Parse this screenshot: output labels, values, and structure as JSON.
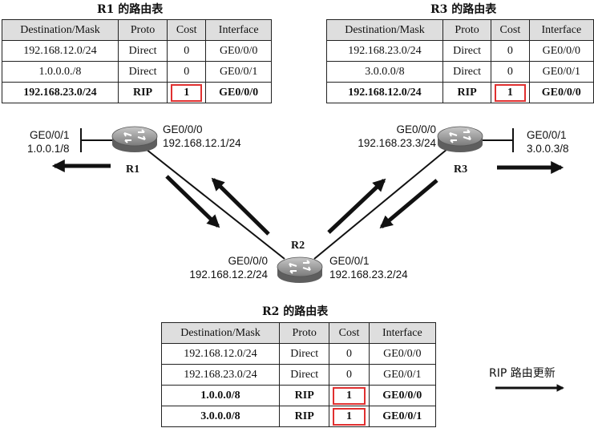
{
  "tables": {
    "r1": {
      "title": "R1 的路由表",
      "headers": [
        "Destination/Mask",
        "Proto",
        "Cost",
        "Interface"
      ],
      "rows": [
        [
          "192.168.12.0/24",
          "Direct",
          "0",
          "GE0/0/0"
        ],
        [
          "1.0.0.0./8",
          "Direct",
          "0",
          "GE0/0/1"
        ],
        [
          "192.168.23.0/24",
          "RIP",
          "1",
          "GE0/0/0"
        ]
      ]
    },
    "r3": {
      "title": "R3 的路由表",
      "headers": [
        "Destination/Mask",
        "Proto",
        "Cost",
        "Interface"
      ],
      "rows": [
        [
          "192.168.23.0/24",
          "Direct",
          "0",
          "GE0/0/0"
        ],
        [
          "3.0.0.0/8",
          "Direct",
          "0",
          "GE0/0/1"
        ],
        [
          "192.168.12.0/24",
          "RIP",
          "1",
          "GE0/0/0"
        ]
      ]
    },
    "r2": {
      "title": "R2 的路由表",
      "headers": [
        "Destination/Mask",
        "Proto",
        "Cost",
        "Interface"
      ],
      "rows": [
        [
          "192.168.12.0/24",
          "Direct",
          "0",
          "GE0/0/0"
        ],
        [
          "192.168.23.0/24",
          "Direct",
          "0",
          "GE0/0/1"
        ],
        [
          "1.0.0.0/8",
          "RIP",
          "1",
          "GE0/0/0"
        ],
        [
          "3.0.0.0/8",
          "RIP",
          "1",
          "GE0/0/1"
        ]
      ]
    }
  },
  "routers": {
    "r1": {
      "name": "R1",
      "if_g1": "GE0/0/1",
      "ip_g1": "1.0.0.1/8",
      "if_g0": "GE0/0/0",
      "ip_g0": "192.168.12.1/24"
    },
    "r2": {
      "name": "R2",
      "if_g0": "GE0/0/0",
      "ip_g0": "192.168.12.2/24",
      "if_g1": "GE0/0/1",
      "ip_g1": "192.168.23.2/24"
    },
    "r3": {
      "name": "R3",
      "if_g0": "GE0/0/0",
      "ip_g0": "192.168.23.3/24",
      "if_g1": "GE0/0/1",
      "ip_g1": "3.0.0.3/8"
    }
  },
  "legend": {
    "label": "RIP 路由更新"
  },
  "colors": {
    "highlight": "#e03030",
    "header_bg": "#dedede",
    "router_body": "#8e8e8e"
  }
}
